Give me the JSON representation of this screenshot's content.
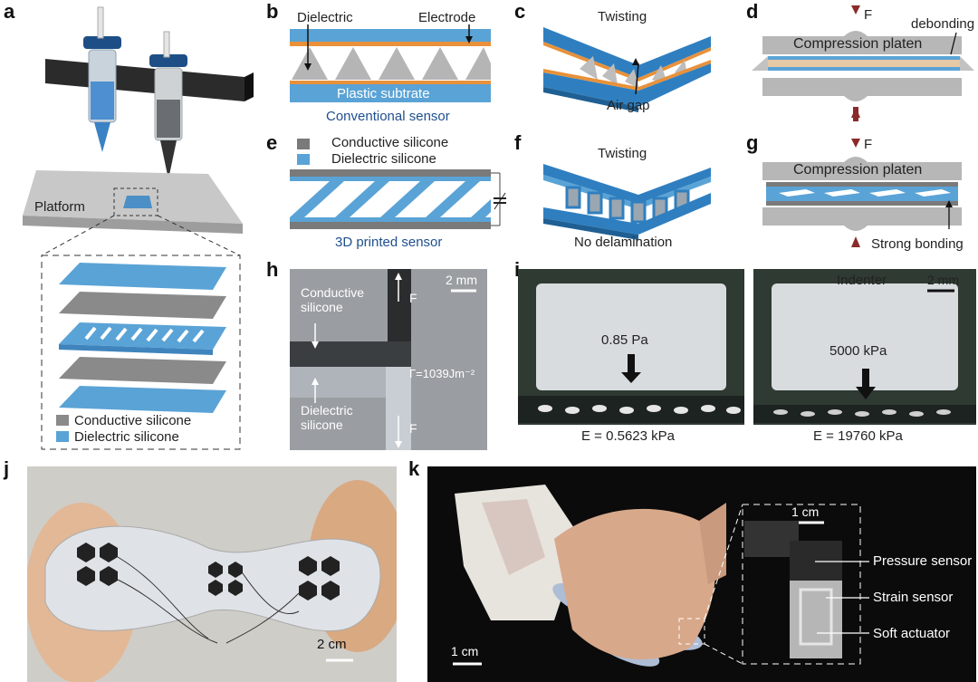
{
  "panels": {
    "a": {
      "label": "a",
      "platform": "Platform",
      "legend_conductive": "Conductive silicone",
      "legend_dielectric": "Dielectric silicone"
    },
    "b": {
      "label": "b",
      "dielectric": "Dielectric",
      "electrode": "Electrode",
      "substrate": "Plastic subtrate",
      "caption": "Conventional sensor"
    },
    "c": {
      "label": "c",
      "twisting": "Twisting",
      "air_gap": "Air gap"
    },
    "d": {
      "label": "d",
      "force": "F",
      "debonding": "debonding",
      "platen": "Compression platen"
    },
    "e": {
      "label": "e",
      "legend_conductive": "Conductive silicone",
      "legend_dielectric": "Dielectric silicone",
      "caption": "3D printed sensor"
    },
    "f": {
      "label": "f",
      "twisting": "Twisting",
      "no_delam": "No delamination"
    },
    "g": {
      "label": "g",
      "force": "F",
      "platen": "Compression platen",
      "strong": "Strong bonding"
    },
    "h": {
      "label": "h",
      "conductive": "Conductive\nsilicone",
      "dielectric": "Dielectric\nsilicone",
      "scale": "2 mm",
      "force_top": "F",
      "force_bottom": "F",
      "toughness": "Γ=1039Jm⁻²"
    },
    "i": {
      "label": "i",
      "left_pressure": "0.85 Pa",
      "left_E": "E = 0.5623 kPa",
      "right_pressure": "5000 kPa",
      "right_E": "E = 19760 kPa",
      "indenter": "Indenter",
      "scale": "2 mm"
    },
    "j": {
      "label": "j",
      "scale": "2 cm"
    },
    "k": {
      "label": "k",
      "scale": "1 cm",
      "inset_scale": "1 cm",
      "pressure": "Pressure sensor",
      "strain": "Strain sensor",
      "actuator": "Soft actuator"
    }
  },
  "colors": {
    "blue": "#5aa3d6",
    "dark_blue": "#1f5f93",
    "gray": "#8a8a8a",
    "dark_gray": "#555555",
    "orange": "#e8913a",
    "arrow_red": "#8b2a2a",
    "caption_blue": "#1f4f8f"
  }
}
